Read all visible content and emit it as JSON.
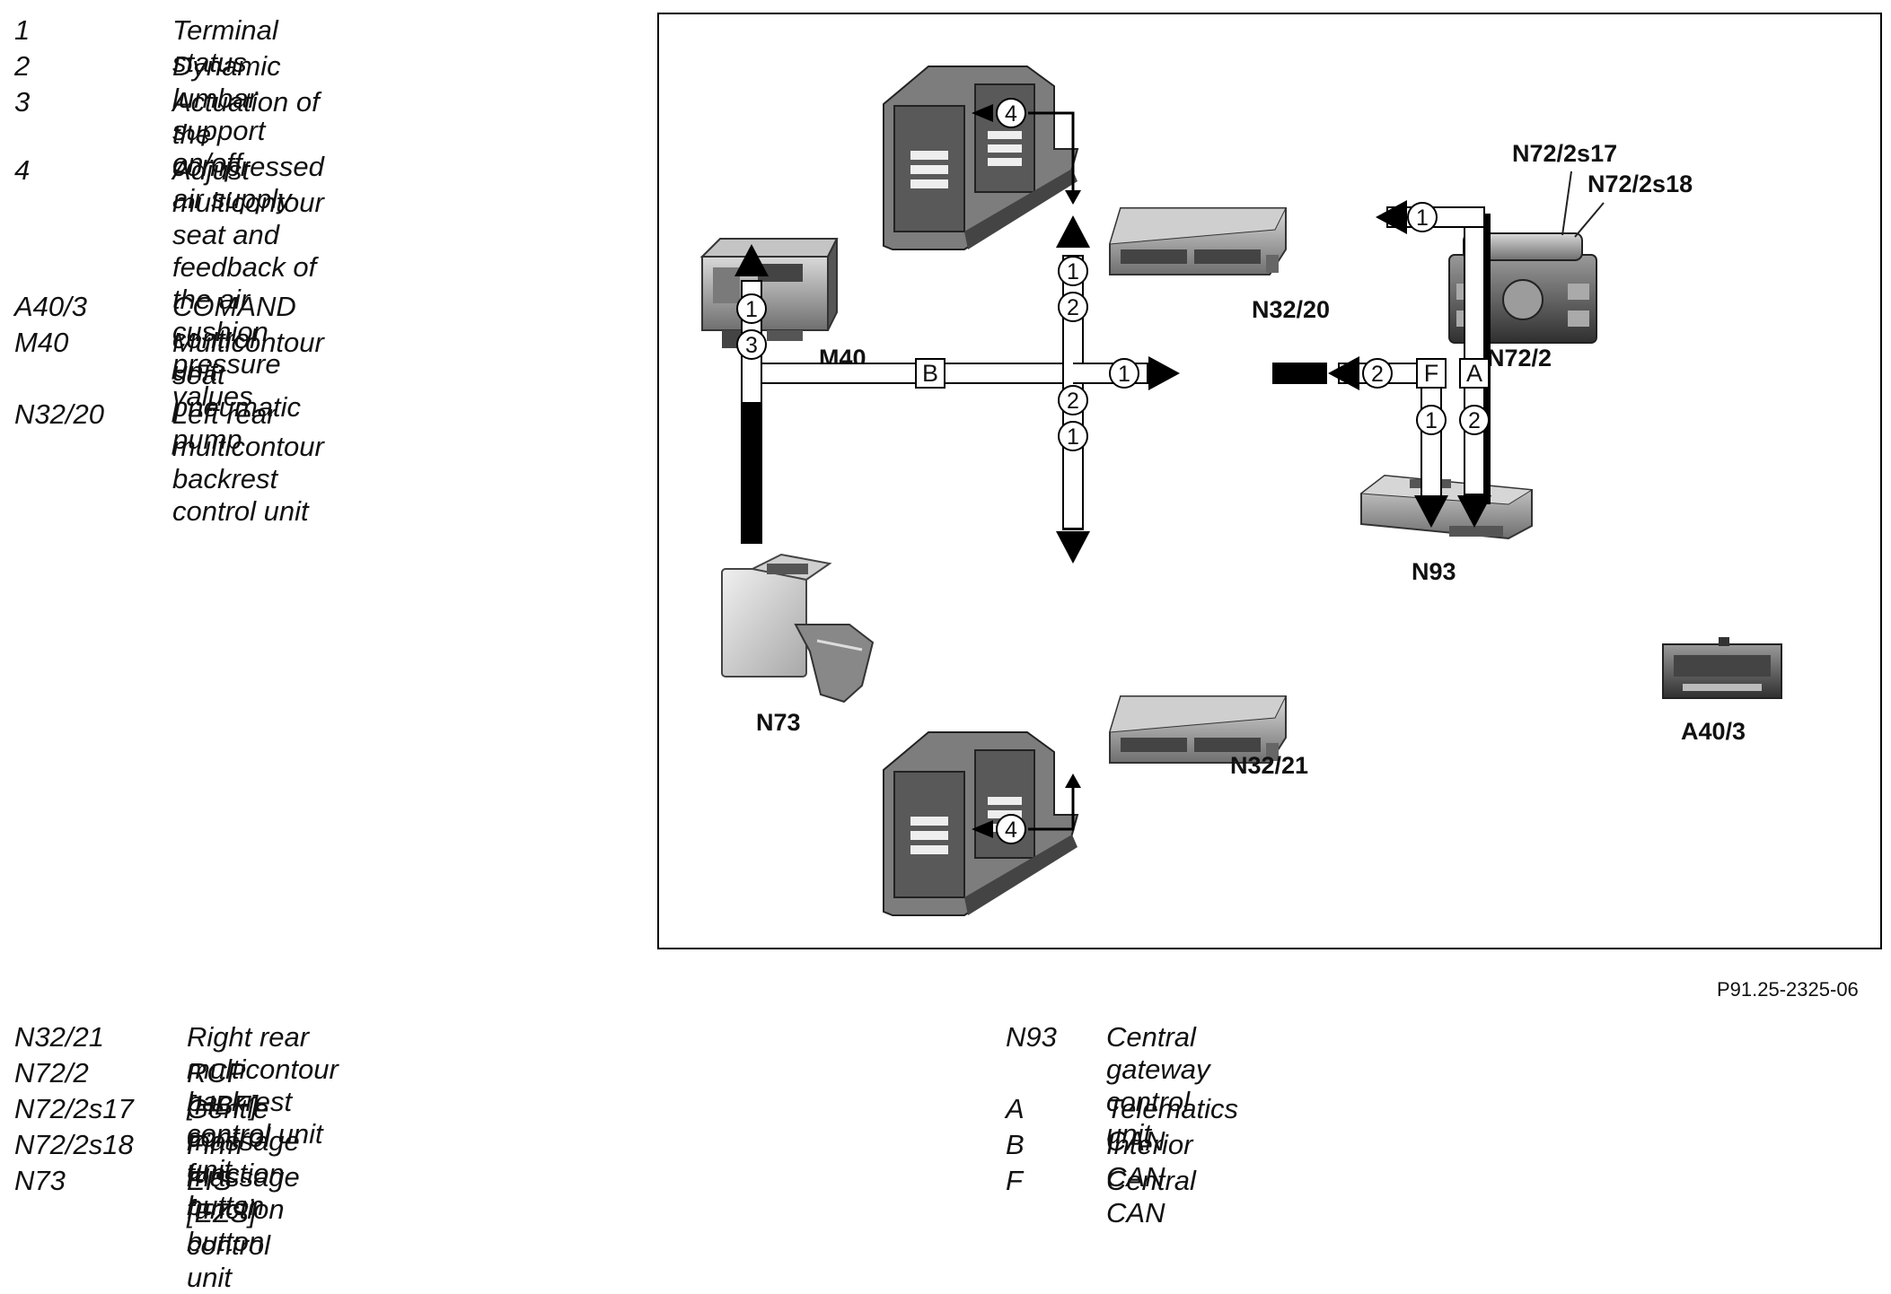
{
  "legend_top": [
    {
      "code": "1",
      "desc": "Terminal status"
    },
    {
      "code": "2",
      "desc": "Dynamic lumbar support on/off"
    },
    {
      "code": "3",
      "desc": "Actuation of the compressed\nair supply"
    },
    {
      "code": "4",
      "desc": "Adjust multicontour seat and\nfeedback of the air cushion\npressure values"
    },
    {
      "code": "A40/3",
      "desc": "COMAND control unit"
    },
    {
      "code": "M40",
      "desc": "Multicontour seat pneumatic\npump"
    },
    {
      "code": "N32/20",
      "desc": "Left rear multicontour backrest\ncontrol unit"
    }
  ],
  "legend_bottom_left": [
    {
      "code": "N32/21",
      "desc": "Right rear  multicontour backrest control unit"
    },
    {
      "code": "N72/2",
      "desc": "RCP [HBF] control unit"
    },
    {
      "code": "N72/2s17",
      "desc": "Gentle massage function button"
    },
    {
      "code": "N72/2s18",
      "desc": "Firm massage function button"
    },
    {
      "code": "N73",
      "desc": "EIS [EZS] control unit"
    }
  ],
  "legend_bottom_right": [
    {
      "code": "N93",
      "desc": "Central gateway control unit"
    },
    {
      "code": "A",
      "desc": "Telematics CAN"
    },
    {
      "code": "B",
      "desc": "Interior CAN"
    },
    {
      "code": "F",
      "desc": "Central CAN"
    }
  ],
  "figure_ref": "P91.25-2325-06",
  "diagram": {
    "components": {
      "m40": "M40",
      "n32_20": "N32/20",
      "n32_21": "N32/21",
      "n72_2": "N72/2",
      "n72_2s17": "N72/2s17",
      "n72_2s18": "N72/2s18",
      "n93": "N93",
      "n73": "N73",
      "a40_3": "A40/3"
    },
    "buses": {
      "b": "B",
      "f": "F",
      "a": "A"
    },
    "signals": {
      "m40_a": "1",
      "m40_b": "3",
      "up_a": "1",
      "up_b": "2",
      "down_a": "2",
      "down_b": "1",
      "n93_in": "1",
      "gw_out": "2",
      "n72_in": "1",
      "f_down": "1",
      "a_down": "2",
      "seat_top": "4",
      "seat_bottom": "4"
    }
  }
}
